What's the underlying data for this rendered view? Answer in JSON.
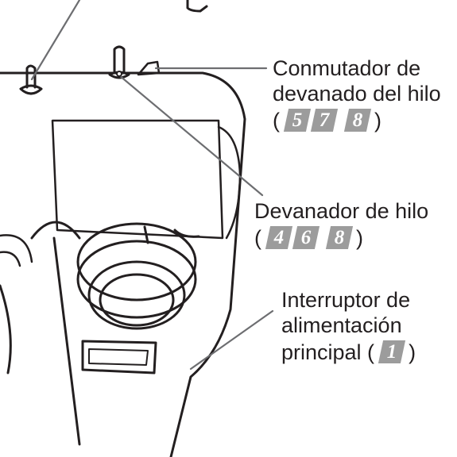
{
  "labels": {
    "winding_switch": {
      "line1": "Conmutador de",
      "line2": "devanado del hilo",
      "open": "(",
      "close": ")",
      "refs": [
        "5",
        "7",
        "8"
      ]
    },
    "bobbin_winder": {
      "line1": "Devanador de hilo",
      "open": "(",
      "close": ")",
      "refs": [
        "4",
        "6",
        "8"
      ]
    },
    "main_power_switch": {
      "line1": "Interruptor de",
      "line2": "alimentación",
      "line3": "principal (",
      "close": ")",
      "refs": [
        "1"
      ]
    }
  },
  "colors": {
    "line": "#231f20",
    "leader": "#6d6e71",
    "badge": "#9c9c9c"
  }
}
